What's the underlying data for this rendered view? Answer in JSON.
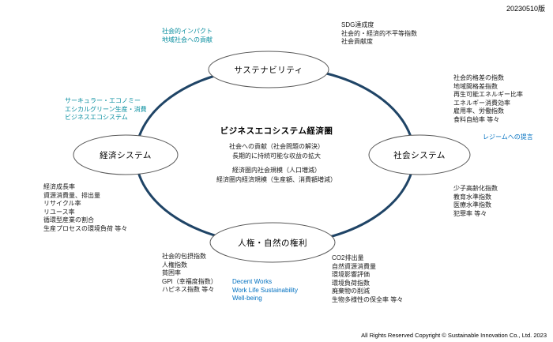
{
  "meta": {
    "version": "20230510版",
    "copyright": "All Rights Reserved Copyright © Sustainable Innovation Co., Ltd. 2023"
  },
  "colors": {
    "ring": "#1f4466",
    "node_outline": "#595959",
    "teal": "#0a8fa0",
    "blue": "#0070c0"
  },
  "nodes": {
    "top": {
      "label": "サステナビリティ"
    },
    "left": {
      "label": "経済システム"
    },
    "right": {
      "label": "社会システム"
    },
    "bottom": {
      "label": "人権・自然の権利"
    }
  },
  "center": {
    "title": "ビジネスエコシステム経済圏",
    "lines1": [
      "社会への貢献（社会問題の解決）",
      "長期的に持続可能な収益の拡大"
    ],
    "lines2": [
      "経済圏内社会規模（人口増減）",
      "経済圏内経済規模（生産額、消費額増減）"
    ]
  },
  "annotations": {
    "top_teal": [
      "社会的インパクト",
      "地域社会への貢献"
    ],
    "sdg": [
      "SDG達成度",
      "社会的・経済的不平等指数",
      "社会貢献度"
    ],
    "right_upper": [
      "社会的格差の指数",
      "地域間格差指数",
      "再生可能エネルギー比率",
      "エネルギー消費効率",
      "雇用率、労働指数",
      "食料自給率 等々"
    ],
    "regime": "レジームへの提言",
    "right_lower": [
      "少子高齢化指数",
      "教育水準指数",
      "医療水準指数",
      "犯罪率 等々"
    ],
    "left_teal": [
      "サーキュラー・エコノミー",
      "エシカルグリーン生産・消費",
      "ビジネスエコシステム"
    ],
    "left_indicators": [
      "経済成長率",
      "資源消費量、排出量",
      "リサイクル率",
      "リユース率",
      "循環型産業の割合",
      "生産プロセスの環境負荷 等々"
    ],
    "bottom_left": [
      "社会的包摂指数",
      "人権指数",
      "貧困率",
      "GPI（幸福度指数）",
      "ハピネス指数 等々"
    ],
    "decent": [
      "Decent Works",
      "Work Life Sustainability",
      "Well-being"
    ],
    "bottom_right": [
      "CO2排出量",
      "自然資源消費量",
      "環境影響評価",
      "環境負荷指数",
      "廃棄物の削減",
      "生物多様性の保全率 等々"
    ]
  }
}
